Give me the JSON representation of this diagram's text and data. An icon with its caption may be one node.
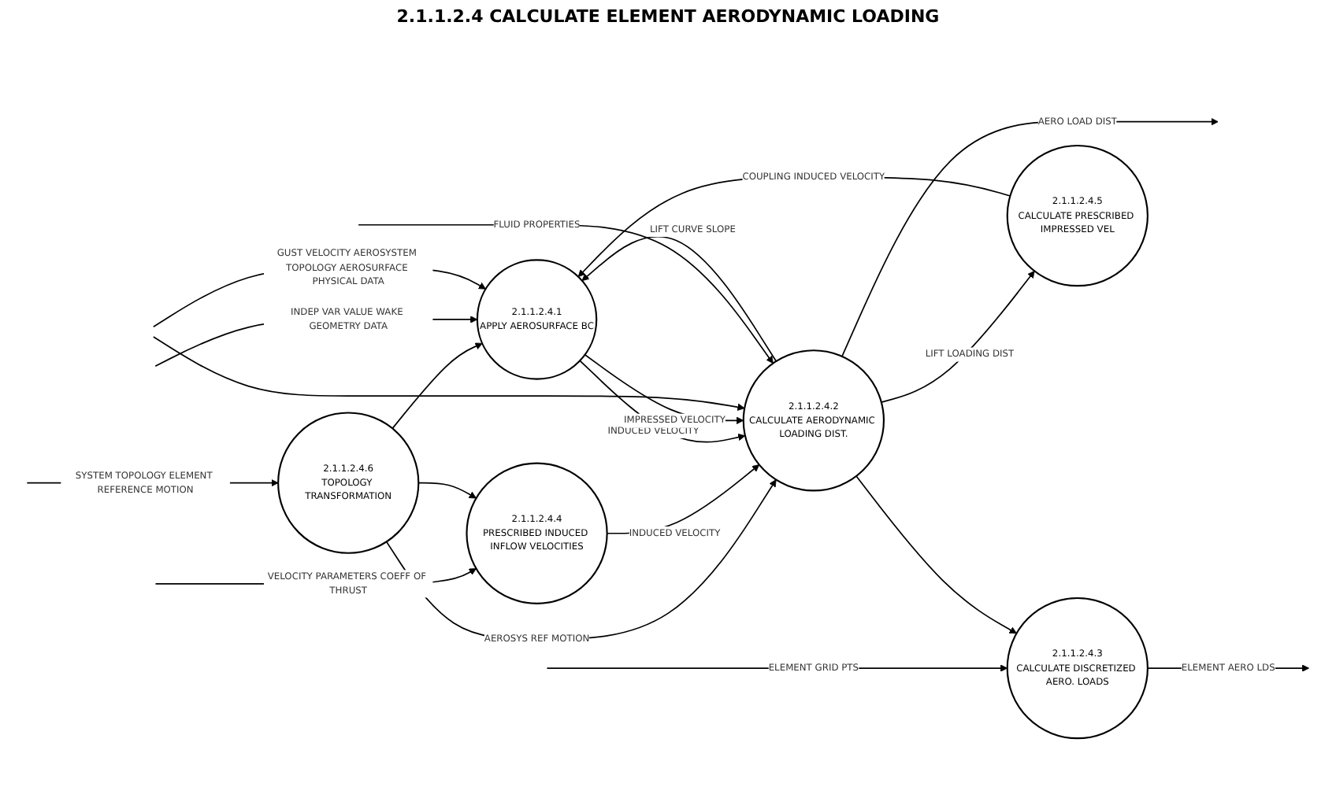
{
  "diagram": {
    "title": "2.1.1.2.4 CALCULATE ELEMENT AERODYNAMIC LOADING",
    "nodes": [
      {
        "text": [
          "2.1.1.2.4.6",
          "TOPOLOGY TRANSFORMATION"
        ]
      },
      {
        "text": [
          "2.1.1.2.4.4",
          "PRESCRIBED INDUCED INFLOW VELOCITIES"
        ]
      },
      {
        "text": [
          "2.1.1.2.4.3",
          "CALCULATE DISCRETIZED AERO. LOADS"
        ]
      },
      {
        "text": [
          "2.1.1.2.4.1",
          "APPLY AEROSURFACE BC"
        ]
      },
      {
        "text": [
          "2.1.1.2.4.5",
          "CALCULATE PRESCRIBED IMPRESSED VEL"
        ]
      },
      {
        "text": [
          "2.1.1.2.4.2",
          "CALCULATE AERODYNAMIC LOADING DIST."
        ]
      }
    ],
    "edges": [
      {
        "from": null,
        "to": 0,
        "arrow": "to",
        "label": "SYSTEM TOPOLOGY ELEMENT REFERENCE MOTION"
      },
      {
        "from": null,
        "to": 1,
        "arrow": "to",
        "label": "VELOCITY PARAMETERS COEFF OF THRUST"
      },
      {
        "from": null,
        "to": 2,
        "arrow": "to",
        "label": "ELEMENT GRID PTS"
      },
      {
        "from": 2,
        "to": null,
        "arrow": "to",
        "label": "ELEMENT AERO LDS"
      },
      {
        "from": 0,
        "to": 3,
        "arrow": "to"
      },
      {
        "from": 0,
        "to": 1,
        "arrow": "to"
      },
      {
        "from": 0,
        "to": 5,
        "arrow": "to",
        "label": "AEROSYS REF MOTION"
      },
      {
        "from": 1,
        "to": 5,
        "arrow": "to",
        "label": "INDUCED VELOCITY"
      },
      {
        "from": 3,
        "to": 5,
        "arrow": "to",
        "label": "INDUCED VELOCITY"
      },
      {
        "from": 3,
        "to": 5,
        "arrow": "to",
        "label": "IMPRESSED VELOCITY"
      },
      {
        "from": 5,
        "to": 2,
        "arrow": "to"
      },
      {
        "from": 5,
        "to": null,
        "arrow": "to",
        "label": "AERO LOAD DIST"
      },
      {
        "from": null,
        "to": 3,
        "arrow": "to",
        "label": "INDEP VAR VALUE WAKE GEOMETRY DATA"
      },
      {
        "from": 5,
        "to": 4,
        "arrow": "to",
        "label": "LIFT LOADING DIST"
      },
      {
        "from": 4,
        "to": 3,
        "arrow": "to",
        "label": "COUPLING INDUCED VELOCITY"
      },
      {
        "from": 5,
        "to": 3,
        "arrow": "to",
        "label": "LIFT CURVE SLOPE"
      },
      {
        "from": null,
        "to": 3,
        "arrow": "to",
        "label": "GUST VELOCITY AEROSYSTEM TOPOLOGY AEROSURFACE PHYSICAL DATA"
      },
      {
        "from": null,
        "to": 5,
        "arrow": "to"
      },
      {
        "from": null,
        "to": 5,
        "arrow": "to",
        "label": "FLUID PROPERTIES"
      }
    ]
  }
}
